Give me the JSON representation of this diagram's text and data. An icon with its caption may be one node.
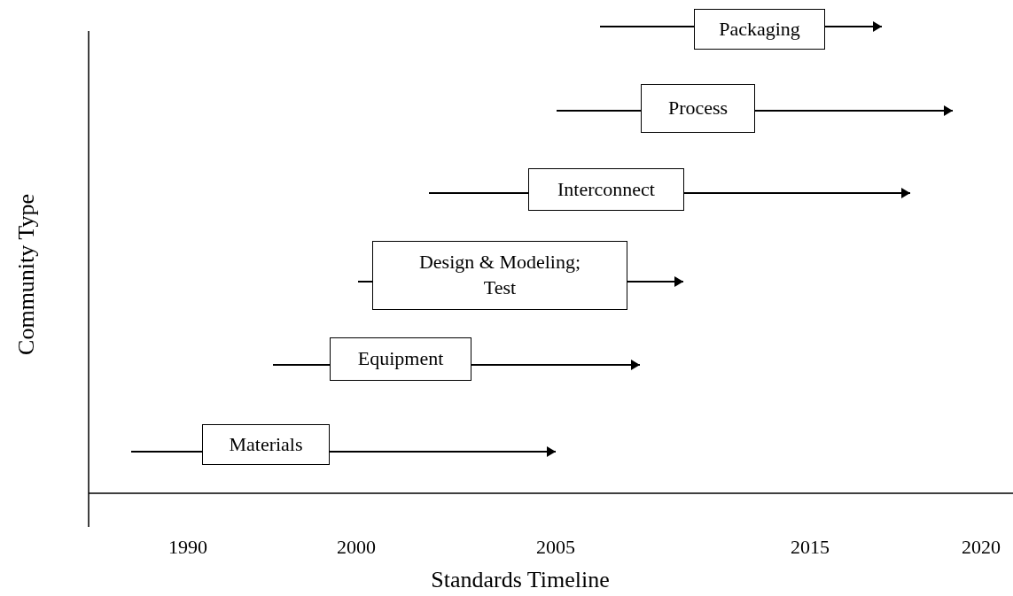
{
  "diagram": {
    "nodes": [
      {
        "text": [
          "Packaging"
        ]
      },
      {
        "text": [
          "Process"
        ]
      },
      {
        "text": [
          "Interconnect"
        ]
      },
      {
        "text": [
          "Design & Modeling; Test"
        ]
      },
      {
        "text": [
          "Equipment"
        ]
      },
      {
        "text": [
          "Materials"
        ]
      }
    ],
    "edges": [
      {
        "from": null,
        "to": 0,
        "arrow": "none"
      },
      {
        "from": 0,
        "to": null,
        "arrow": "to"
      },
      {
        "from": null,
        "to": 1,
        "arrow": "none"
      },
      {
        "from": 1,
        "to": null,
        "arrow": "to"
      },
      {
        "from": null,
        "to": 2,
        "arrow": "none"
      },
      {
        "from": 2,
        "to": null,
        "arrow": "to"
      },
      {
        "from": null,
        "to": 3,
        "arrow": "none"
      },
      {
        "from": 3,
        "to": null,
        "arrow": "to"
      },
      {
        "from": null,
        "to": 4,
        "arrow": "none"
      },
      {
        "from": 4,
        "to": null,
        "arrow": "to"
      },
      {
        "from": null,
        "to": 5,
        "arrow": "none"
      },
      {
        "from": 5,
        "to": null,
        "arrow": "to"
      }
    ],
    "labels": [
      "Community Type",
      "1990",
      "2000",
      "2005",
      "2015",
      "2020",
      "Standards Timeline"
    ]
  }
}
